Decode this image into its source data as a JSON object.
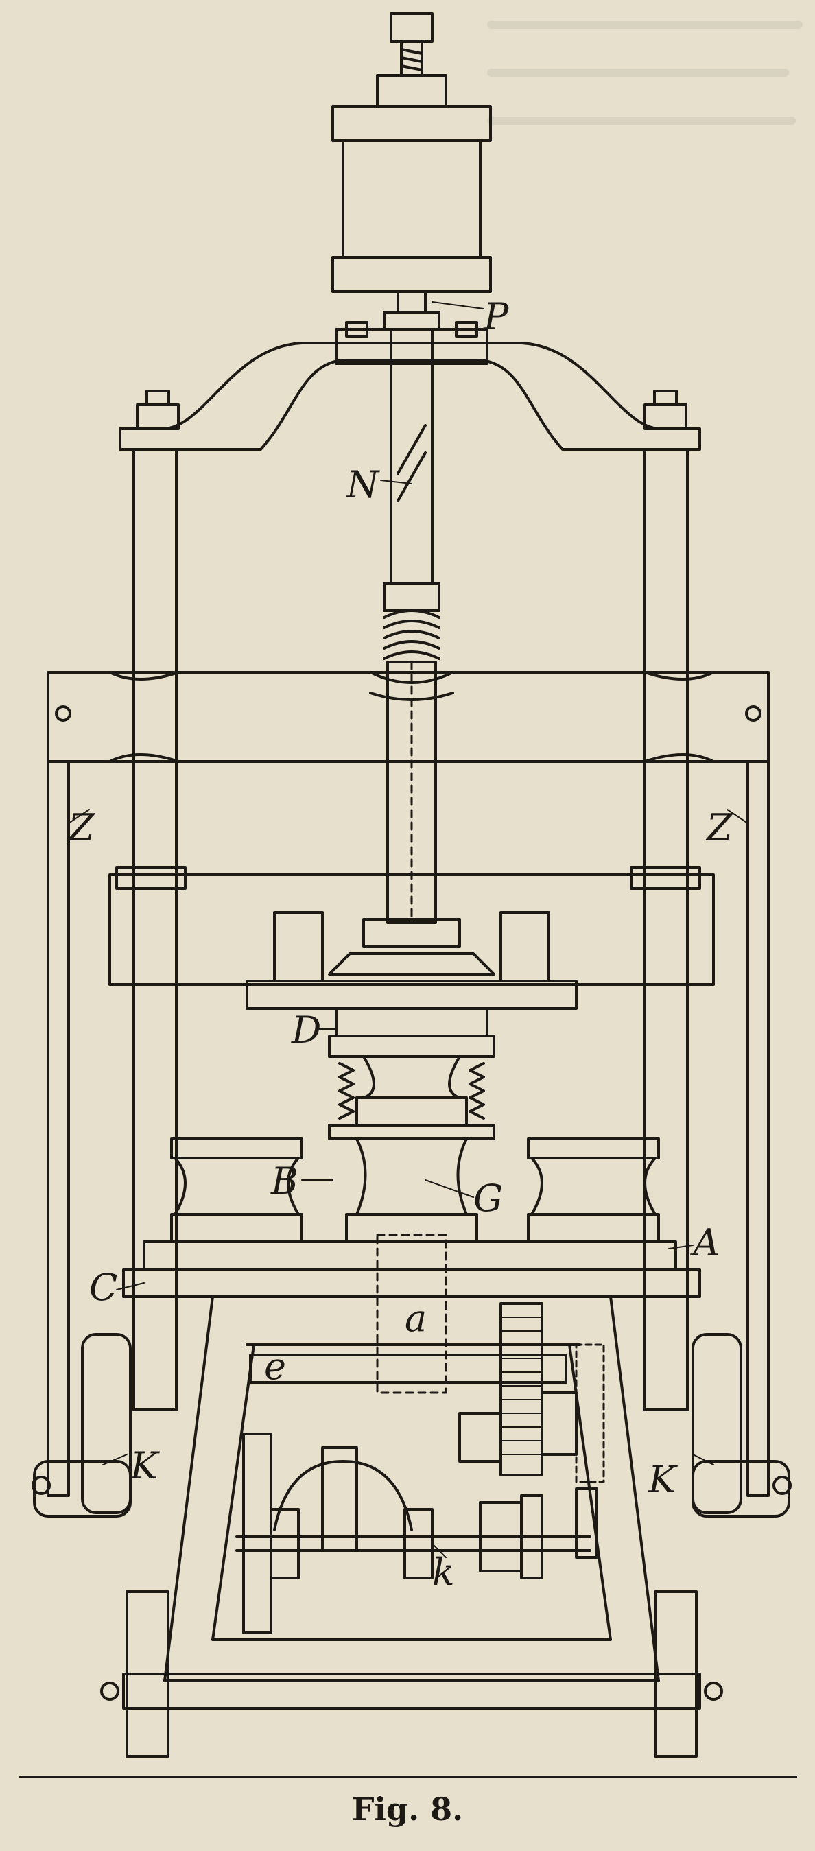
{
  "figure": {
    "caption": "Fig. 8.",
    "labels": {
      "P": "P",
      "N": "N",
      "Z_left": "Z",
      "Z_right": "Z",
      "D": "D",
      "B": "B",
      "G": "G",
      "A": "A",
      "C": "C",
      "a": "a",
      "e": "e",
      "K_left": "K",
      "K_right": "K",
      "k": "k"
    }
  },
  "colors": {
    "paper": "#e6e0cd",
    "ink": "#1d1a16"
  }
}
